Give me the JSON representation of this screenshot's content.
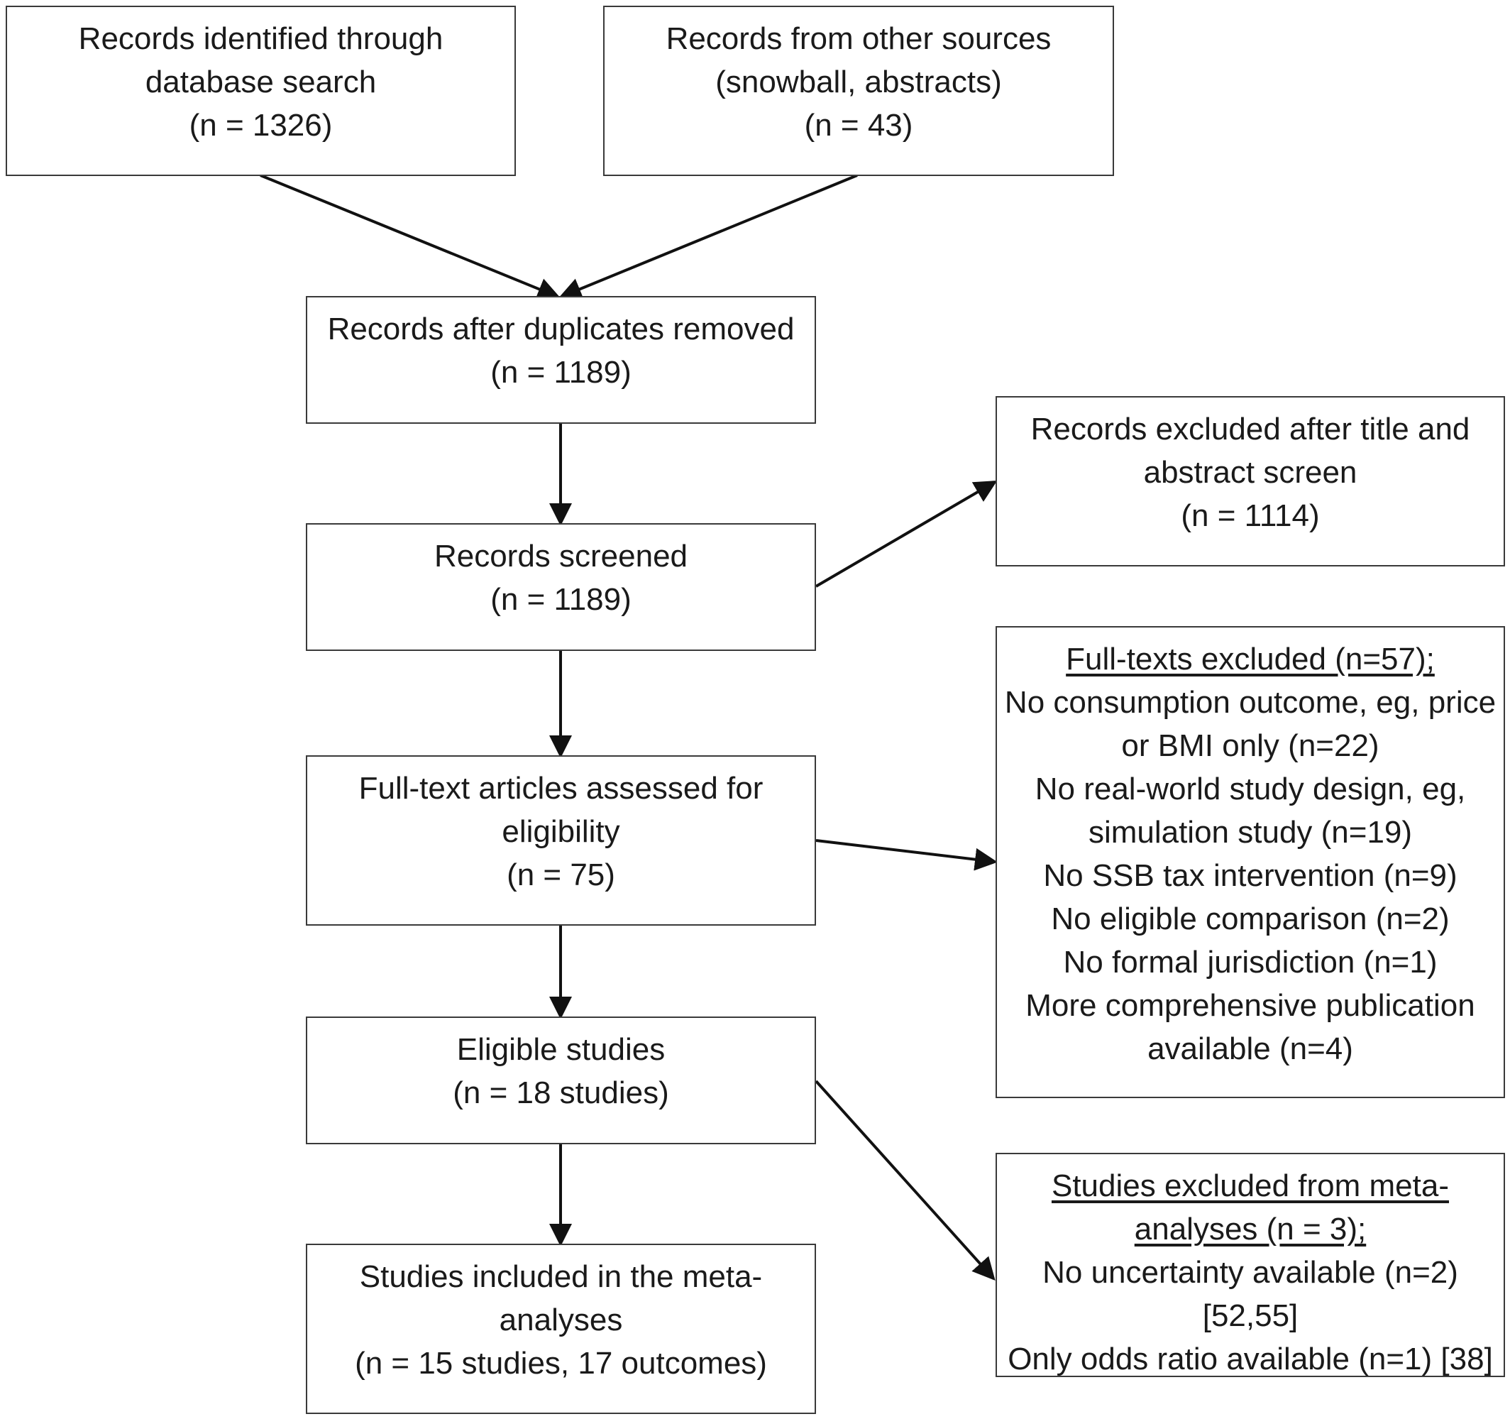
{
  "boxes": {
    "db_search": {
      "lines": [
        "Records identified through",
        "database search",
        "(n = 1326)"
      ]
    },
    "other_sources": {
      "lines": [
        "Records from other sources",
        "(snowball, abstracts)",
        "(n = 43)"
      ]
    },
    "dedup": {
      "lines": [
        "Records after duplicates removed",
        "(n = 1189)"
      ]
    },
    "screened": {
      "lines": [
        "Records screened",
        "(n = 1189)"
      ]
    },
    "excluded_title_abstract": {
      "lines": [
        "Records excluded after title and",
        "abstract screen",
        "(n = 1114)"
      ]
    },
    "fulltext_assessed": {
      "lines": [
        "Full-text articles assessed for",
        "eligibility",
        "(n = 75)"
      ]
    },
    "fulltext_excluded": {
      "heading": "Full-texts excluded (n=57);",
      "lines": [
        "No consumption outcome, eg, price",
        "or BMI only (n=22)",
        "No real-world study design, eg,",
        "simulation study (n=19)",
        "No SSB tax intervention (n=9)",
        "No eligible comparison (n=2)",
        "No formal jurisdiction (n=1)",
        "More comprehensive publication",
        "available (n=4)"
      ]
    },
    "eligible": {
      "lines": [
        "Eligible studies",
        "(n = 18 studies)"
      ]
    },
    "meta_excluded": {
      "heading_lines": [
        "Studies excluded from meta-",
        "analyses (n = 3);"
      ],
      "lines": [
        "No uncertainty available (n=2)",
        "[52,55]",
        "Only odds ratio available (n=1) [38]"
      ]
    },
    "included": {
      "lines": [
        "Studies included in the meta-",
        "analyses",
        "(n = 15 studies, 17 outcomes)"
      ]
    }
  },
  "colors": {
    "border": "#3a3a3a",
    "arrow": "#111111",
    "text": "#1a1a1a"
  }
}
